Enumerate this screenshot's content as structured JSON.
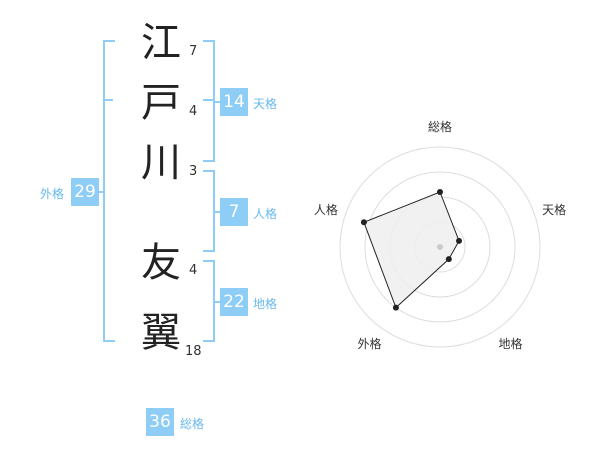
{
  "characters": [
    {
      "char": "江",
      "strokes": "7"
    },
    {
      "char": "戸",
      "strokes": "4"
    },
    {
      "char": "川",
      "strokes": "3"
    },
    {
      "char": "友",
      "strokes": "4"
    },
    {
      "char": "翼",
      "strokes": "18"
    }
  ],
  "kaku": {
    "tenkaku": {
      "value": "14",
      "label": "天格"
    },
    "jinkaku": {
      "value": "7",
      "label": "人格"
    },
    "chikaku": {
      "value": "22",
      "label": "地格"
    },
    "gaikaku": {
      "value": "29",
      "label": "外格"
    },
    "soukaku": {
      "value": "36",
      "label": "総格"
    }
  },
  "radar": {
    "axes": [
      "総格",
      "天格",
      "地格",
      "外格",
      "人格"
    ],
    "values": [
      0.55,
      0.2,
      0.15,
      0.75,
      0.8
    ],
    "rings": 4,
    "colors": {
      "ring": "#dddddd",
      "fill": "#efefef",
      "line": "#222222",
      "center": "#cccccc"
    }
  },
  "colors": {
    "accent": "#8ecdf6",
    "label": "#68b9ee"
  }
}
